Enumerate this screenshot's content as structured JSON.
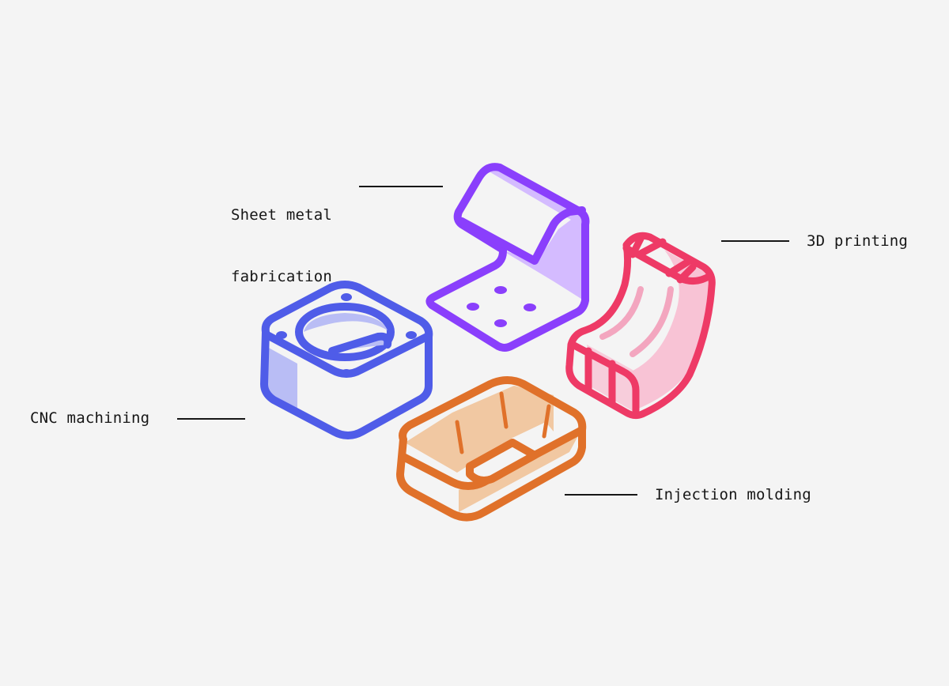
{
  "diagram": {
    "background": "#f4f4f4",
    "processes": [
      {
        "id": "sheet-metal",
        "label_line1": "Sheet metal",
        "label_line2": "fabrication",
        "stroke_color": "#8a3ffc",
        "fill_color": "#d4bbff"
      },
      {
        "id": "3d-printing",
        "label": "3D printing",
        "stroke_color": "#ee3a66",
        "fill_color": "#f8c3d5"
      },
      {
        "id": "cnc-machining",
        "label": "CNC machining",
        "stroke_color": "#4f5ce8",
        "fill_color": "#b9bdf5"
      },
      {
        "id": "injection-molding",
        "label": "Injection molding",
        "stroke_color": "#e0712a",
        "fill_color": "#f1c8a2"
      }
    ]
  }
}
